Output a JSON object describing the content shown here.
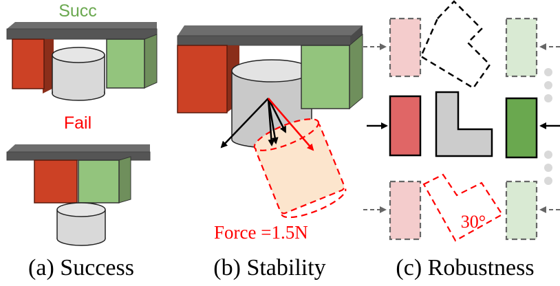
{
  "panel_a": {
    "success_label": "Succ",
    "fail_label": "Fail",
    "caption": "(a) Success"
  },
  "panel_b": {
    "force_label": "Force =1.5N",
    "caption": "(b) Stability"
  },
  "panel_c": {
    "angle_label": "30°",
    "caption": "(c) Robustness"
  },
  "colors": {
    "success_green": "#6aa84f",
    "fail_red": "#ff0000",
    "finger_red": "#cc4125",
    "finger_green": "#93c47d",
    "plate_gray": "#595959",
    "object_gray": "#d9d9d9",
    "pushed_orange": "#fce5cd"
  }
}
